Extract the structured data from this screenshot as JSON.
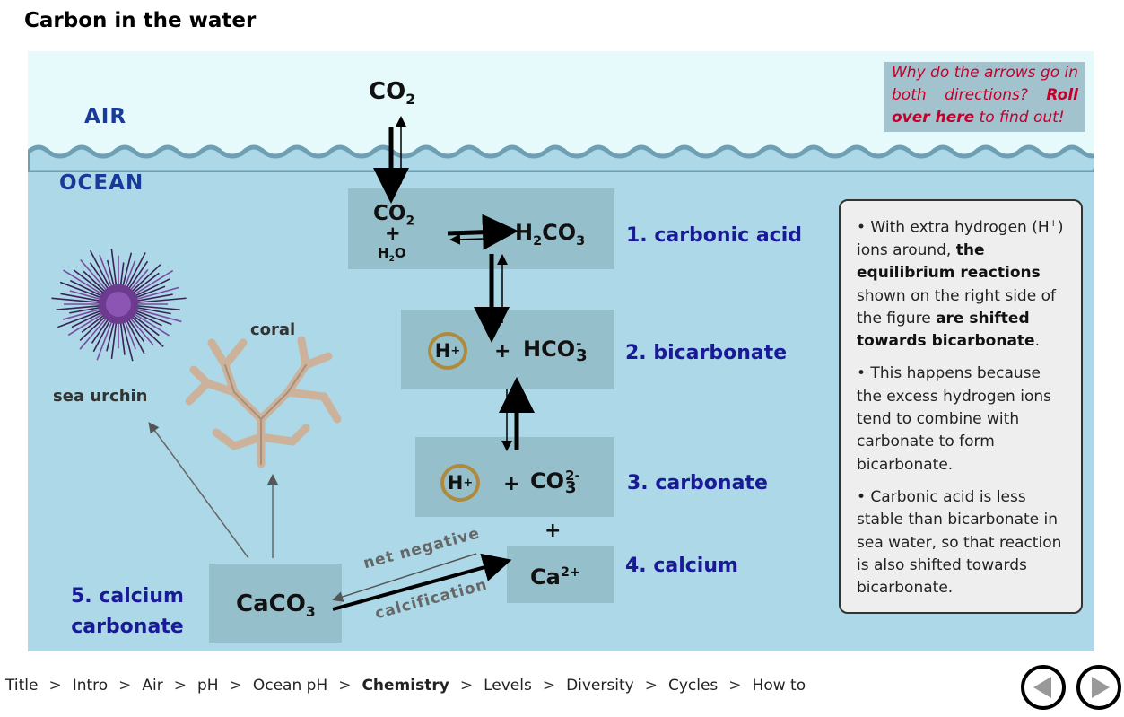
{
  "page": {
    "title": "Carbon in the water"
  },
  "scene": {
    "air_label": "AIR",
    "ocean_label": "OCEAN",
    "colors": {
      "sky": "#e6fafc",
      "water": "#acd8e7",
      "box": "#96bfcc",
      "wave": "#6f9fb2",
      "caption": "#1a1a99",
      "ring": "#b08a3c"
    }
  },
  "info_box": {
    "part1": "Why do the arrows go in both directions?",
    "part2": "Roll over here",
    "part3": "to find out!"
  },
  "atmosphere": {
    "co2": "CO",
    "co2_sub": "2"
  },
  "reactions": {
    "r1": {
      "co2": "CO",
      "co2_sub": "2",
      "plus": "+",
      "h2o": "H",
      "h2o_sub": "2",
      "h2o_end": "O",
      "product": "H",
      "product_sub": "2",
      "product_mid": "CO",
      "product_sub2": "3",
      "caption": "1. carbonic acid"
    },
    "r2": {
      "ion": "H",
      "ion_sup": "+",
      "plus": "+",
      "species": "HCO",
      "species_sub": "3",
      "species_sup": "-",
      "caption": "2. bicarbonate"
    },
    "r3": {
      "ion": "H",
      "ion_sup": "+",
      "plus": "+",
      "species": "CO",
      "species_sub": "3",
      "species_sup": "2-",
      "caption": "3. carbonate"
    },
    "plus_between": "+",
    "r4": {
      "species": "Ca",
      "species_sup": "2+",
      "caption": "4. calcium"
    },
    "r5": {
      "species": "CaCO",
      "species_sub": "3",
      "caption_line1": "5. calcium",
      "caption_line2": "carbonate"
    }
  },
  "arrows": {
    "net_negative": "net negative",
    "calcification": "calcification"
  },
  "organisms": {
    "coral": "coral",
    "urchin": "sea urchin"
  },
  "side_panel": {
    "p1_a": "• With extra hydrogen (H",
    "p1_sup": "+",
    "p1_b": ") ions around,",
    "p1_bold1": "the equilibrium reactions",
    "p1_c": "shown on the right side of the figure",
    "p1_bold2": "are shifted towards bicarbonate",
    "p1_d": ".",
    "p2": "• This happens because the excess hydrogen ions tend to combine with carbonate to form bicarbonate.",
    "p3": "• Carbonic acid is less stable than bicarbonate in sea water, so that reaction is also shifted towards bicarbonate."
  },
  "breadcrumb": {
    "items": [
      "Title",
      "Intro",
      "Air",
      "pH",
      "Ocean pH",
      "Chemistry",
      "Levels",
      "Diversity",
      "Cycles",
      "How to"
    ],
    "active": "Chemistry",
    "separator": ">"
  },
  "nav": {
    "prev_icon": "triangle-left-icon",
    "next_icon": "triangle-right-icon"
  }
}
